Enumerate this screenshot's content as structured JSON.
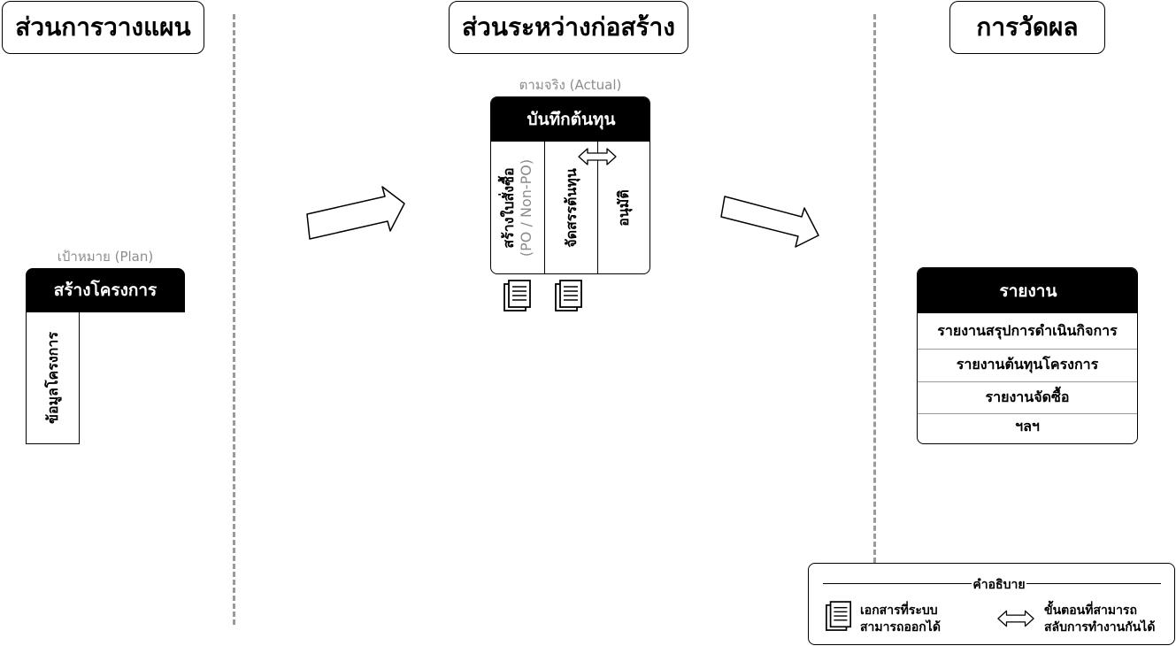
{
  "sections": {
    "planning": "ส่วนการวางแผน",
    "construction": "ส่วนระหว่างก่อสร้าง",
    "measurement": "การวัดผล"
  },
  "plan": {
    "caption": "เป้าหมาย (Plan)",
    "title": "สร้างโครงการ",
    "item": "ข้อมูลโครงการ"
  },
  "actual": {
    "caption": "ตามจริง (Actual)",
    "title": "บันทึกต้นทุน",
    "col1_main": "สร้างใบสั่งซื้อ",
    "col1_sub": "(PO / Non-PO)",
    "col2": "จัดสรรต้นทุน",
    "col3": "อนุมัติ"
  },
  "report": {
    "title": "รายงาน",
    "items": [
      "รายงานสรุปการดำเนินกิจการ",
      "รายงานต้นทุนโครงการ",
      "รายงานจัดซื้อ",
      "ฯลฯ"
    ]
  },
  "legend": {
    "title": "คำอธิบาย",
    "doc_line1": "เอกสารที่ระบบ",
    "doc_line2": "สามารถออกได้",
    "swap_line1": "ขั้นตอนที่สามารถ",
    "swap_line2": "สลับการทำงานกันได้"
  },
  "icons": {
    "document": "document-icon",
    "swap": "double-arrow-icon",
    "flow": "arrow-right-icon"
  },
  "colors": {
    "header_fill": "#000000",
    "divider": "#9a9a9a",
    "caption": "#8c8c8c"
  }
}
